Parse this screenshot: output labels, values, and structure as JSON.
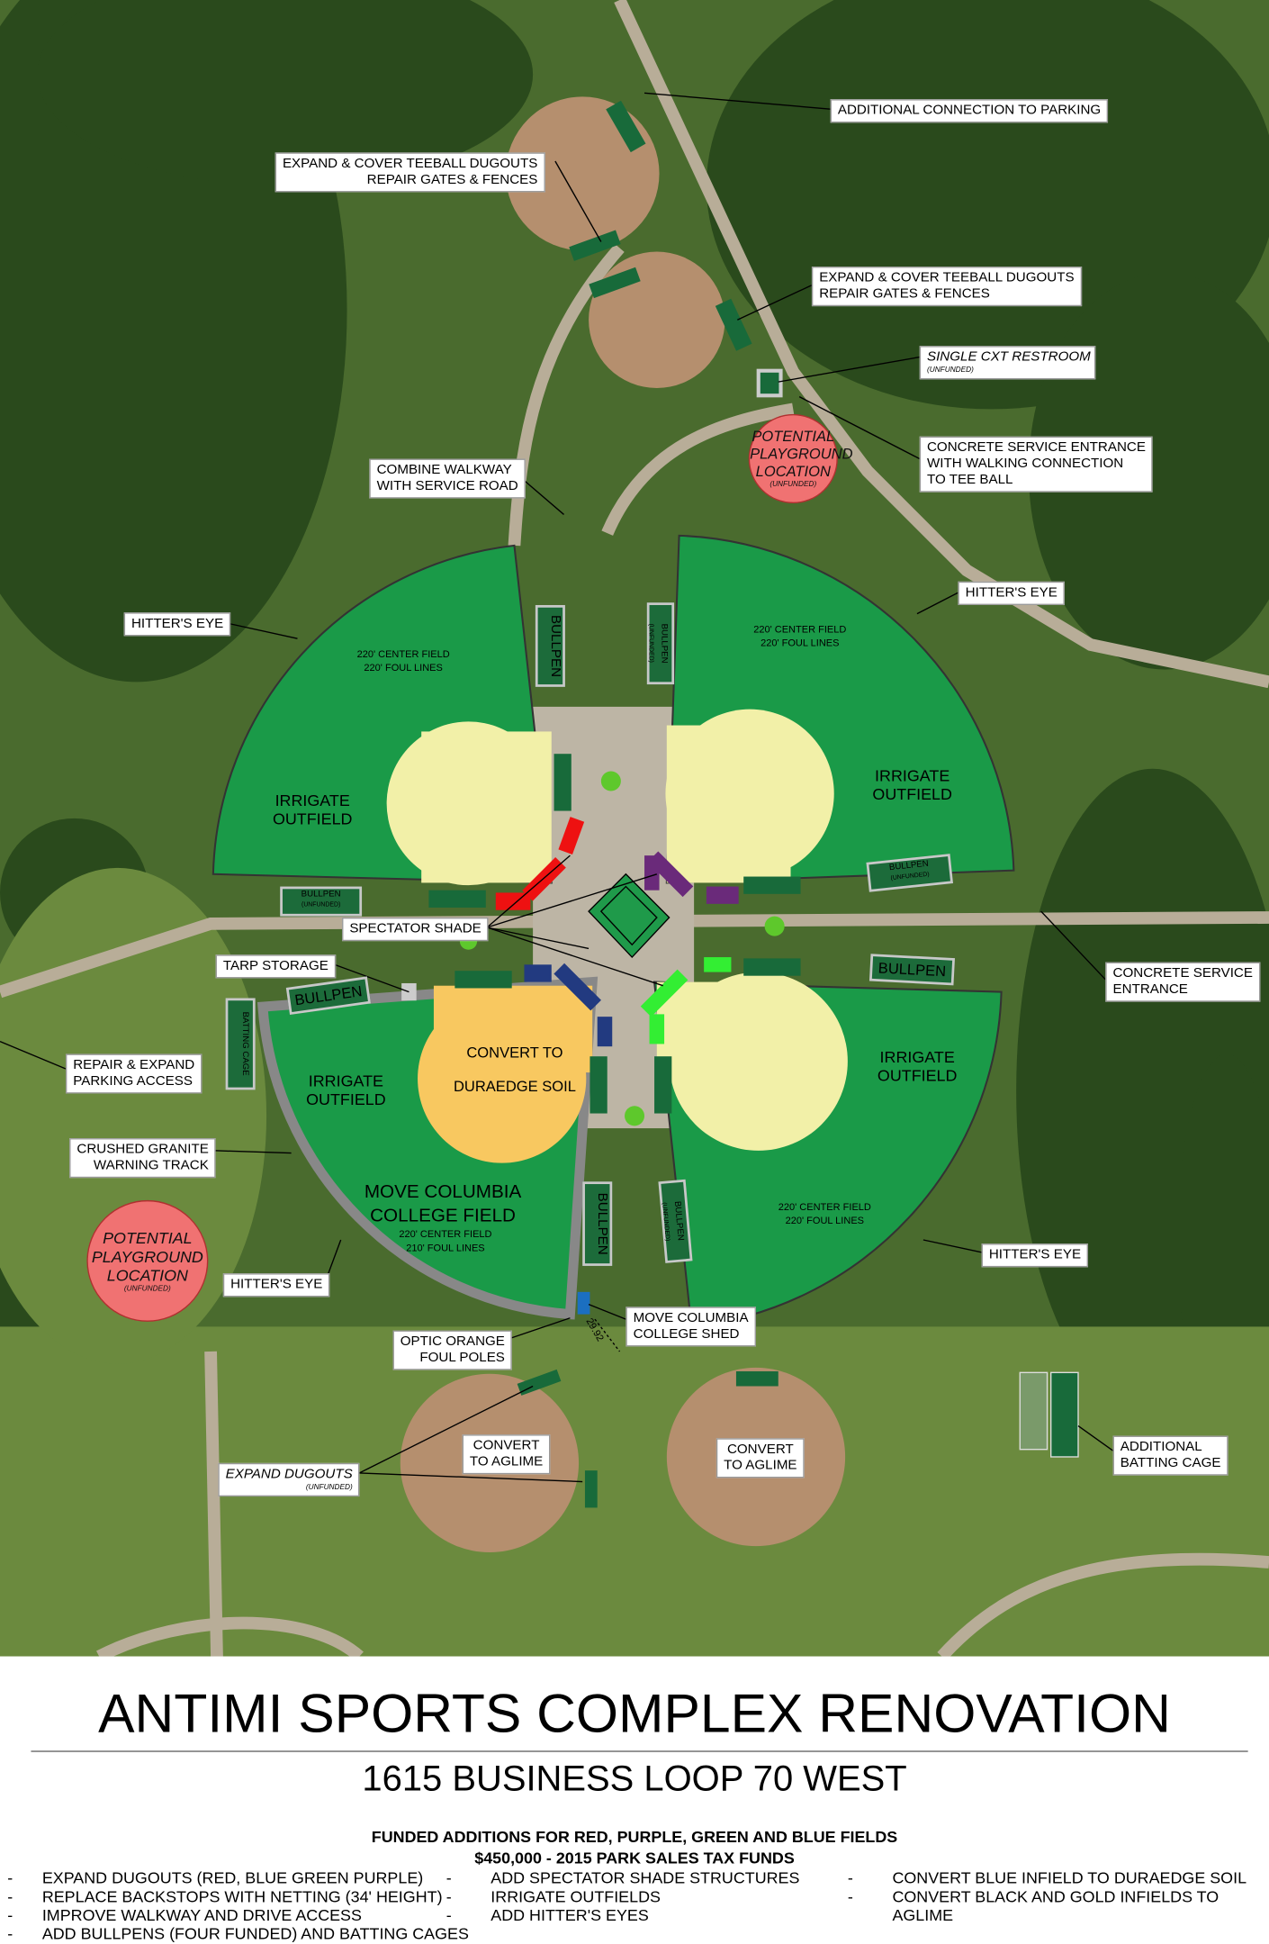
{
  "map": {
    "callouts": [
      {
        "lines": [
          "ADDITIONAL CONNECTION TO PARKING"
        ]
      },
      {
        "lines": [
          "EXPAND & COVER TEEBALL DUGOUTS",
          "REPAIR GATES & FENCES"
        ]
      },
      {
        "lines": [
          "EXPAND & COVER TEEBALL DUGOUTS",
          "REPAIR GATES & FENCES"
        ]
      },
      {
        "lines": [
          "SINGLE CXT RESTROOM"
        ],
        "note": "(UNFUNDED)"
      },
      {
        "lines": [
          "CONCRETE SERVICE ENTRANCE",
          "WITH WALKING CONNECTION",
          "TO TEE BALL"
        ]
      },
      {
        "lines": [
          "COMBINE WALKWAY",
          "WITH SERVICE ROAD"
        ]
      },
      {
        "lines": [
          "HITTER'S EYE"
        ]
      },
      {
        "lines": [
          "HITTER'S EYE"
        ]
      },
      {
        "lines": [
          "SPECTATOR SHADE"
        ]
      },
      {
        "lines": [
          "TARP STORAGE"
        ]
      },
      {
        "lines": [
          "CONCRETE SERVICE",
          "ENTRANCE"
        ]
      },
      {
        "lines": [
          "REPAIR & EXPAND",
          "PARKING ACCESS"
        ]
      },
      {
        "lines": [
          "CRUSHED GRANITE",
          "WARNING TRACK"
        ]
      },
      {
        "lines": [
          "HITTER'S EYE"
        ]
      },
      {
        "lines": [
          "HITTER'S EYE"
        ]
      },
      {
        "lines": [
          "MOVE COLUMBIA",
          "COLLEGE SHED"
        ]
      },
      {
        "lines": [
          "OPTIC ORANGE",
          "FOUL POLES"
        ]
      },
      {
        "lines": [
          "CONVERT",
          "TO AGLIME"
        ]
      },
      {
        "lines": [
          "CONVERT",
          "TO AGLIME"
        ]
      },
      {
        "lines": [
          "EXPAND DUGOUTS"
        ],
        "note": "(UNFUNDED)"
      },
      {
        "lines": [
          "ADDITIONAL",
          "BATTING CAGE"
        ]
      }
    ],
    "field_text": {
      "dims_220": [
        "220' CENTER FIELD",
        "220' FOUL LINES"
      ],
      "dims_210": [
        "220' CENTER FIELD",
        "210' FOUL LINES"
      ],
      "irrigate": [
        "IRRIGATE",
        "OUTFIELD"
      ],
      "convert_duraedge": [
        "CONVERT TO",
        "DURAEDGE SOIL"
      ],
      "move_field": [
        "MOVE COLUMBIA",
        "COLLEGE FIELD"
      ]
    },
    "bullpen": "BULLPEN",
    "unfunded": "(UNFUNDED)",
    "batting_cage": "BATTING CAGE",
    "playground": [
      "POTENTIAL",
      "PLAYGROUND",
      "LOCATION"
    ],
    "dimension": "29.92",
    "colors": {
      "outfield": "#1a9a48",
      "infield": "#f2f0a8",
      "duraedge": "#f8c860",
      "red": "#ee1111",
      "purple": "#6a2a7a",
      "green": "#33ee33",
      "blue": "#223a80",
      "playground": "#f07272"
    }
  },
  "footer": {
    "title": "ANTIMI SPORTS COMPLEX RENOVATION",
    "address": "1615 BUSINESS LOOP 70 WEST",
    "funded_heading": "FUNDED ADDITIONS FOR RED, PURPLE, GREEN AND BLUE FIELDS",
    "funding": "$450,000 - 2015 PARK SALES TAX FUNDS",
    "columns": [
      [
        "EXPAND DUGOUTS (RED, BLUE GREEN PURPLE)",
        "REPLACE BACKSTOPS WITH NETTING (34' HEIGHT)",
        "IMPROVE WALKWAY AND DRIVE ACCESS",
        "ADD BULLPENS (FOUR FUNDED) AND BATTING CAGES"
      ],
      [
        "ADD SPECTATOR SHADE STRUCTURES",
        "IRRIGATE OUTFIELDS",
        "ADD HITTER'S EYES"
      ],
      [
        "CONVERT BLUE INFIELD TO DURAEDGE SOIL",
        "CONVERT BLACK AND GOLD INFIELDS TO",
        "AGLIME"
      ]
    ]
  }
}
